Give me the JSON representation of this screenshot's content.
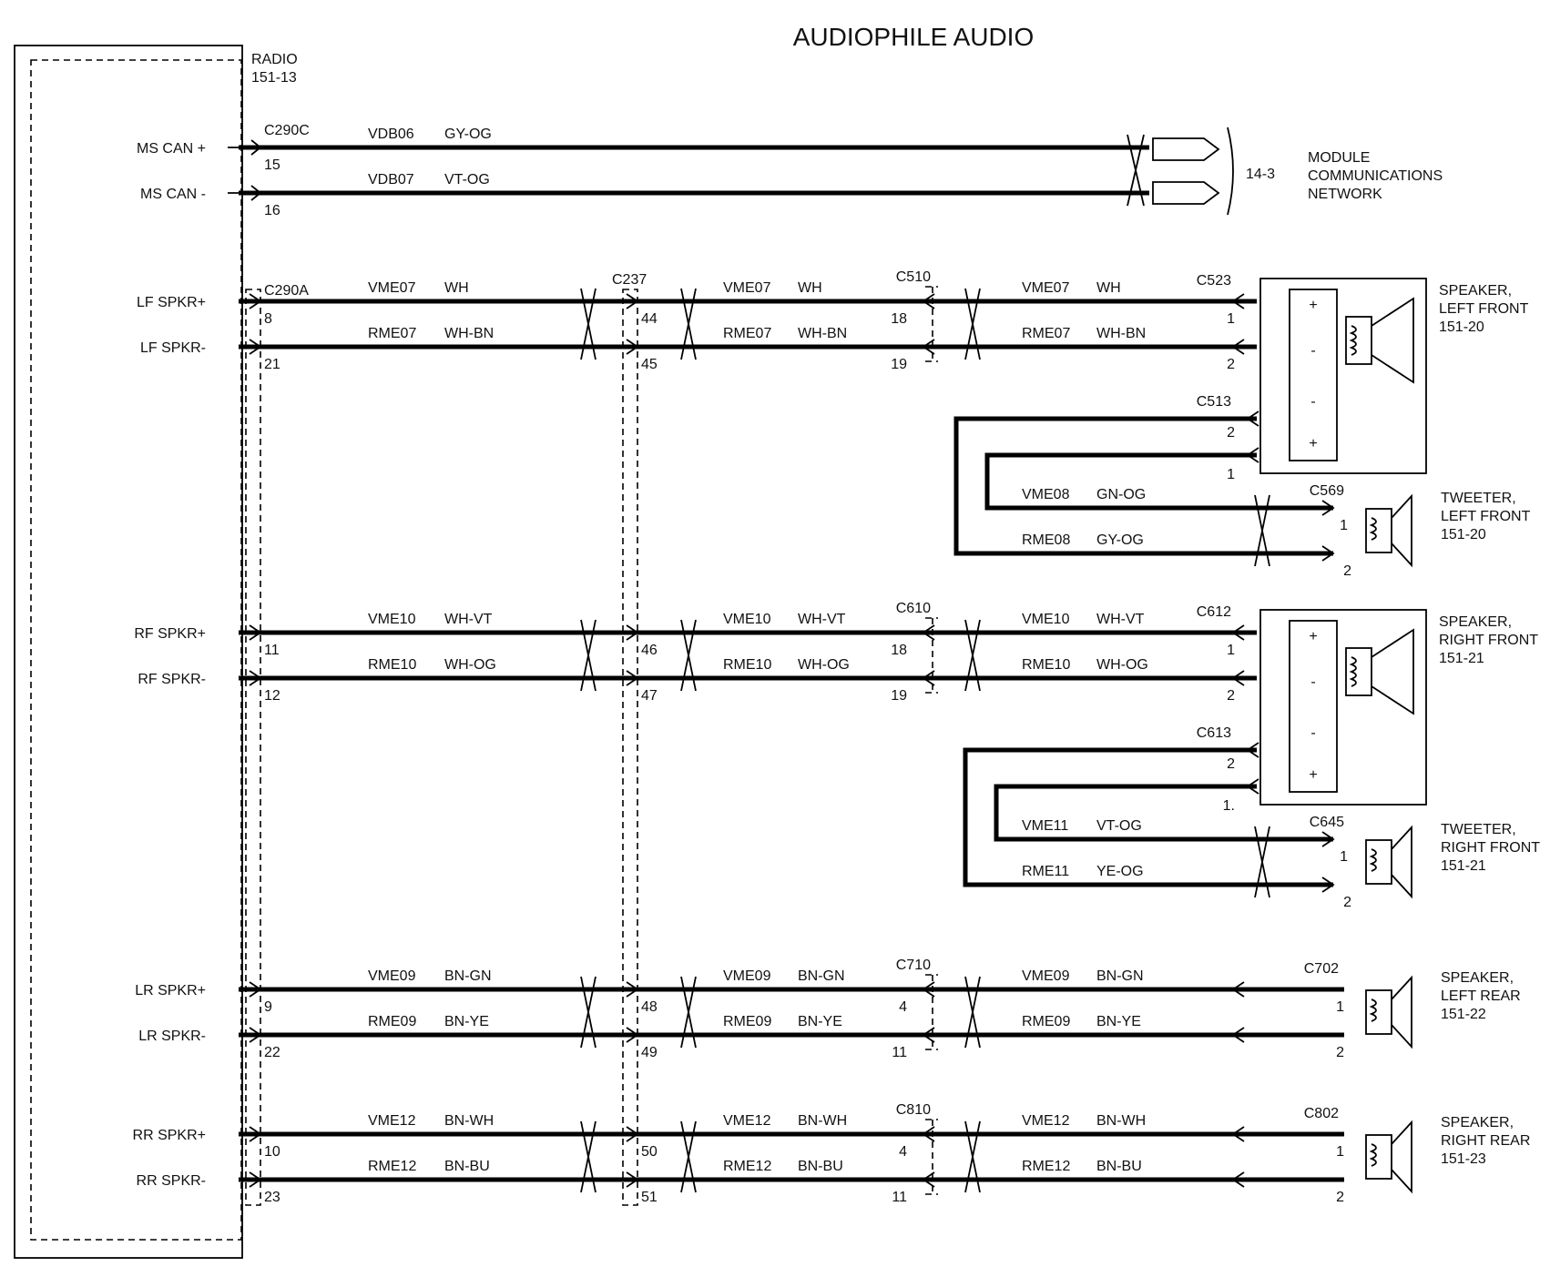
{
  "title": "AUDIOPHILE AUDIO",
  "radio": {
    "name": "RADIO",
    "ref": "151-13"
  },
  "network": {
    "connector": "C290C",
    "ref": "14-3",
    "label_lines": [
      "MODULE",
      "COMMUNICATIONS",
      "NETWORK"
    ],
    "circuits": [
      {
        "signal": "MS CAN +",
        "pin": "15",
        "circuit": "VDB06",
        "color": "GY-OG"
      },
      {
        "signal": "MS CAN -",
        "pin": "16",
        "circuit": "VDB07",
        "color": "VT-OG"
      }
    ]
  },
  "radio_connector_speakers": "C290A",
  "inline_connector": "C237",
  "speaker_channels": [
    {
      "id": "lf",
      "plus": {
        "signal": "LF SPKR+",
        "radio_pin": "8",
        "c237_pin": "44",
        "mid_pin": "18",
        "spk_pin": "1",
        "circuit": "VME07",
        "color": "WH"
      },
      "minus": {
        "signal": "LF SPKR-",
        "radio_pin": "21",
        "c237_pin": "45",
        "mid_pin": "19",
        "spk_pin": "2",
        "circuit": "RME07",
        "color": "WH-BN"
      },
      "mid_connector": "C510",
      "speaker_connector": "C523",
      "speaker_lines": [
        "SPEAKER,",
        "LEFT FRONT",
        "151-20"
      ],
      "tweeter": {
        "out_connector": "C513",
        "out_pin_minus": "2",
        "out_pin_plus": "1",
        "connector": "C569",
        "plus": {
          "circuit": "VME08",
          "color": "GN-OG",
          "pin": "1"
        },
        "minus": {
          "circuit": "RME08",
          "color": "GY-OG",
          "pin": "2"
        },
        "lines": [
          "TWEETER,",
          "LEFT FRONT",
          "151-20"
        ]
      }
    },
    {
      "id": "rf",
      "plus": {
        "signal": "RF SPKR+",
        "radio_pin": "11",
        "c237_pin": "46",
        "mid_pin": "18",
        "spk_pin": "1",
        "circuit": "VME10",
        "color": "WH-VT"
      },
      "minus": {
        "signal": "RF SPKR-",
        "radio_pin": "12",
        "c237_pin": "47",
        "mid_pin": "19",
        "spk_pin": "2",
        "circuit": "RME10",
        "color": "WH-OG"
      },
      "mid_connector": "C610",
      "speaker_connector": "C612",
      "speaker_lines": [
        "SPEAKER,",
        "RIGHT FRONT",
        "151-21"
      ],
      "tweeter": {
        "out_connector": "C613",
        "out_pin_minus": "2",
        "out_pin_plus": "1.",
        "connector": "C645",
        "plus": {
          "circuit": "VME11",
          "color": "VT-OG",
          "pin": "1"
        },
        "minus": {
          "circuit": "RME11",
          "color": "YE-OG",
          "pin": "2"
        },
        "lines": [
          "TWEETER,",
          "RIGHT FRONT",
          "151-21"
        ]
      }
    },
    {
      "id": "lr",
      "plus": {
        "signal": "LR SPKR+",
        "radio_pin": "9",
        "c237_pin": "48",
        "mid_pin": "4",
        "spk_pin": "1",
        "circuit": "VME09",
        "color": "BN-GN"
      },
      "minus": {
        "signal": "LR SPKR-",
        "radio_pin": "22",
        "c237_pin": "49",
        "mid_pin": "11",
        "spk_pin": "2",
        "circuit": "RME09",
        "color": "BN-YE"
      },
      "mid_connector": "C710",
      "speaker_connector": "C702",
      "speaker_lines": [
        "SPEAKER,",
        "LEFT REAR",
        "151-22"
      ]
    },
    {
      "id": "rr",
      "plus": {
        "signal": "RR SPKR+",
        "radio_pin": "10",
        "c237_pin": "50",
        "mid_pin": "4",
        "spk_pin": "1",
        "circuit": "VME12",
        "color": "BN-WH"
      },
      "minus": {
        "signal": "RR SPKR-",
        "radio_pin": "23",
        "c237_pin": "51",
        "mid_pin": "11",
        "spk_pin": "2",
        "circuit": "RME12",
        "color": "BN-BU"
      },
      "mid_connector": "C810",
      "speaker_connector": "C802",
      "speaker_lines": [
        "SPEAKER,",
        "RIGHT REAR",
        "151-23"
      ]
    }
  ],
  "polarity_marks": {
    "plus": "+",
    "minus": "-"
  }
}
